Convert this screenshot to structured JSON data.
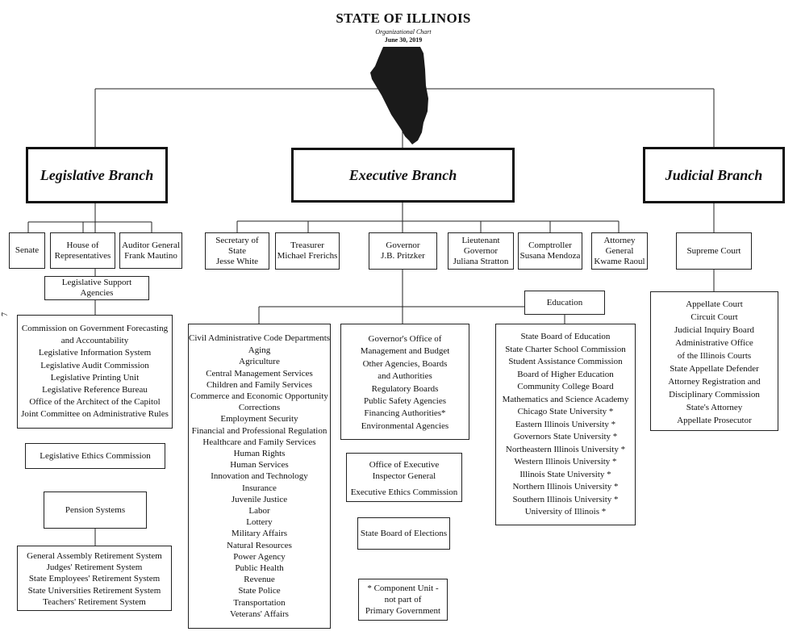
{
  "header": {
    "title": "STATE OF ILLINOIS",
    "subtitle": "Organizational Chart",
    "date": "June 30, 2019"
  },
  "branches": {
    "legislative": "Legislative Branch",
    "executive": "Executive Branch",
    "judicial": "Judicial Branch"
  },
  "legislative": {
    "senate": "Senate",
    "house": [
      "House of",
      "Representatives"
    ],
    "auditor": [
      "Auditor General",
      "Frank Mautino"
    ],
    "support_agencies": "Legislative Support Agencies",
    "support_list": [
      "Commission on Government Forecasting",
      "and Accountability",
      "Legislative Information System",
      "Legislative Audit Commission",
      "Legislative Printing Unit",
      "Legislative Reference Bureau",
      "Office of the Architect of the Capitol",
      "Joint Committee on Administrative Rules"
    ],
    "ethics": "Legislative Ethics Commission",
    "pension": "Pension Systems",
    "pension_list": [
      "General Assembly Retirement System",
      "Judges' Retirement System",
      "State Employees' Retirement System",
      "State Universities Retirement System",
      "Teachers' Retirement System"
    ]
  },
  "executive": {
    "secretary": [
      "Secretary of State",
      "Jesse White"
    ],
    "treasurer": [
      "Treasurer",
      "Michael Frerichs"
    ],
    "governor": [
      "Governor",
      "J.B. Pritzker"
    ],
    "lt_governor": [
      "Lieutenant",
      "Governor",
      "Juliana Stratton"
    ],
    "comptroller": [
      "Comptroller",
      "Susana Mendoza"
    ],
    "attorney": [
      "Attorney",
      "General",
      "Kwame Raoul"
    ],
    "education": "Education",
    "civil_list": [
      "Civil Administrative Code Departments",
      "Aging",
      "Agriculture",
      "Central Management Services",
      "Children and Family Services",
      "Commerce and Economic Opportunity",
      "Corrections",
      "Employment Security",
      "Financial and Professional Regulation",
      "Healthcare and Family Services",
      "Human Rights",
      "Human Services",
      "Innovation and Technology",
      "Insurance",
      "Juvenile Justice",
      "Labor",
      "Lottery",
      "Military Affairs",
      "Natural Resources",
      "Power Agency",
      "Public Health",
      "Revenue",
      "State Police",
      "Transportation",
      "Veterans' Affairs"
    ],
    "gov_office_list": [
      "Governor's Office of",
      "Management and Budget",
      "Other Agencies, Boards",
      "and Authorities",
      "Regulatory Boards",
      "Public Safety Agencies",
      "Financing Authorities*",
      "Environmental Agencies"
    ],
    "inspector": [
      "Office of Executive",
      "Inspector General",
      "Executive Ethics Commission"
    ],
    "elections": "State Board of Elections",
    "footnote": [
      "* Component Unit -",
      "not part of",
      "Primary Government"
    ],
    "education_list": [
      "State Board of Education",
      "State Charter School Commission",
      "Student Assistance Commission",
      "Board of Higher Education",
      "Community College Board",
      "Mathematics and Science Academy",
      "Chicago State University *",
      "Eastern Illinois University *",
      "Governors State University *",
      "Northeastern Illinois University *",
      "Western Illinois University *",
      "Illinois State University *",
      "Northern Illinois University *",
      "Southern Illinois University *",
      "University of Illinois *"
    ]
  },
  "judicial": {
    "supreme": "Supreme Court",
    "courts_list": [
      "Appellate Court",
      "Circuit Court",
      "Judicial Inquiry Board",
      "Administrative Office",
      "of the Illinois Courts",
      "State Appellate Defender",
      "Attorney Registration and",
      "Disciplinary Commission",
      "State's Attorney",
      "Appellate Prosecutor"
    ]
  },
  "stray_mark": "7"
}
